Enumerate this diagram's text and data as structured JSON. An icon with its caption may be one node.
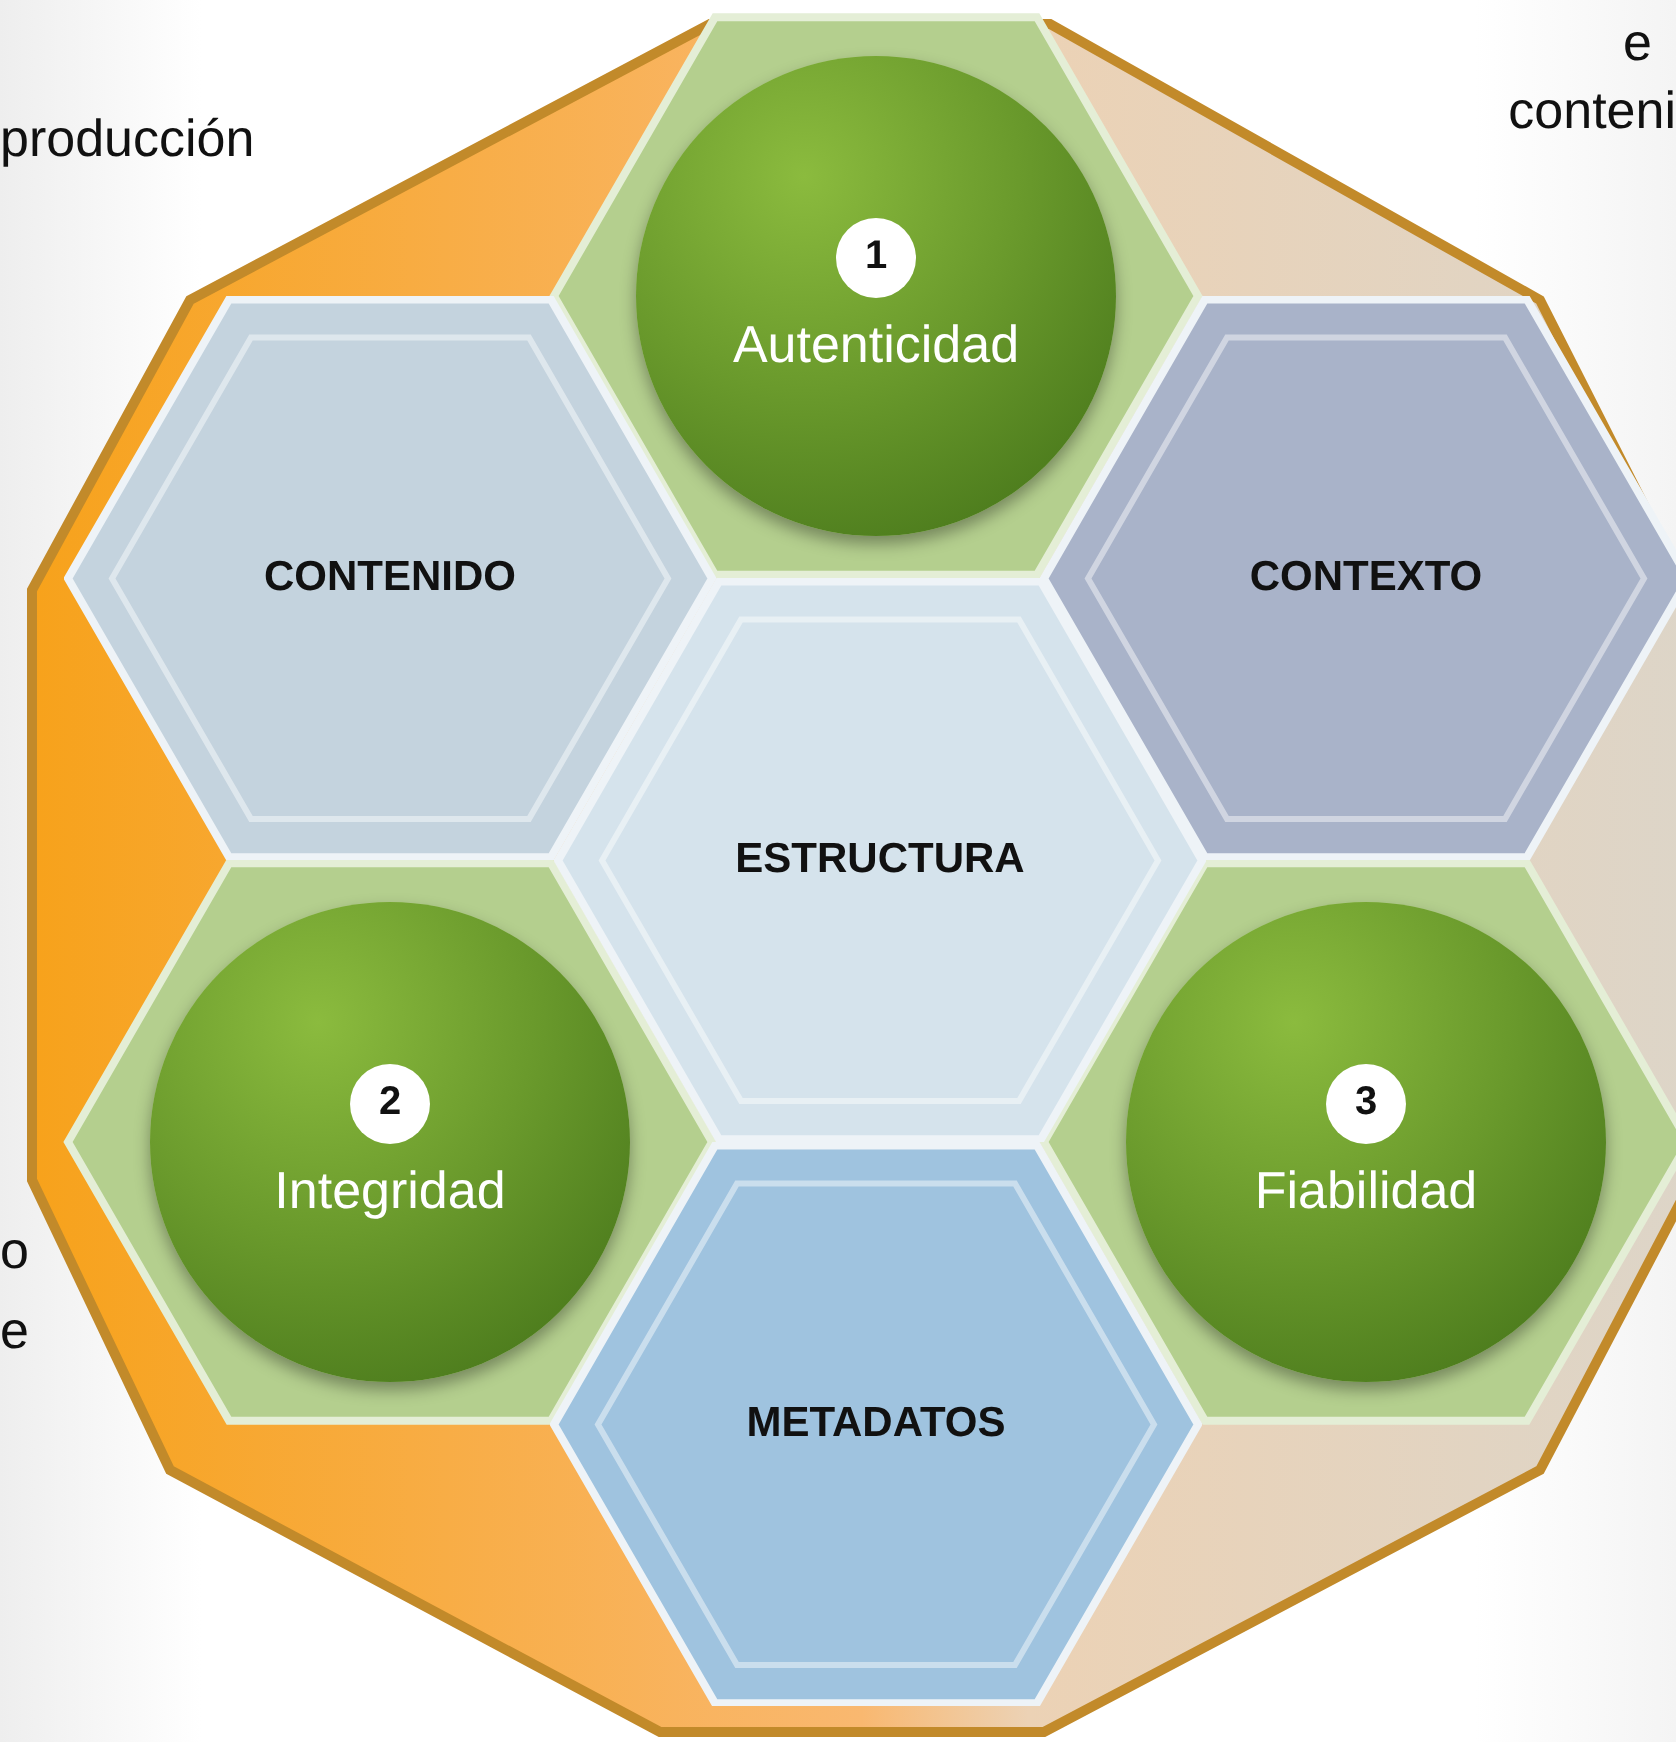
{
  "diagram": {
    "nodes": [
      {
        "text": [
          "1",
          "Autenticidad"
        ]
      },
      {
        "text": [
          "CONTENIDO"
        ]
      },
      {
        "text": [
          "CONTEXTO"
        ]
      },
      {
        "text": [
          "ESTRUCTURA"
        ]
      },
      {
        "text": [
          "2",
          "Integridad"
        ]
      },
      {
        "text": [
          "3",
          "Fiabilidad"
        ]
      },
      {
        "text": [
          "METADATOS"
        ]
      }
    ],
    "edges": [],
    "labels": [
      "producción",
      "e",
      "conteni",
      "o",
      "e"
    ]
  }
}
